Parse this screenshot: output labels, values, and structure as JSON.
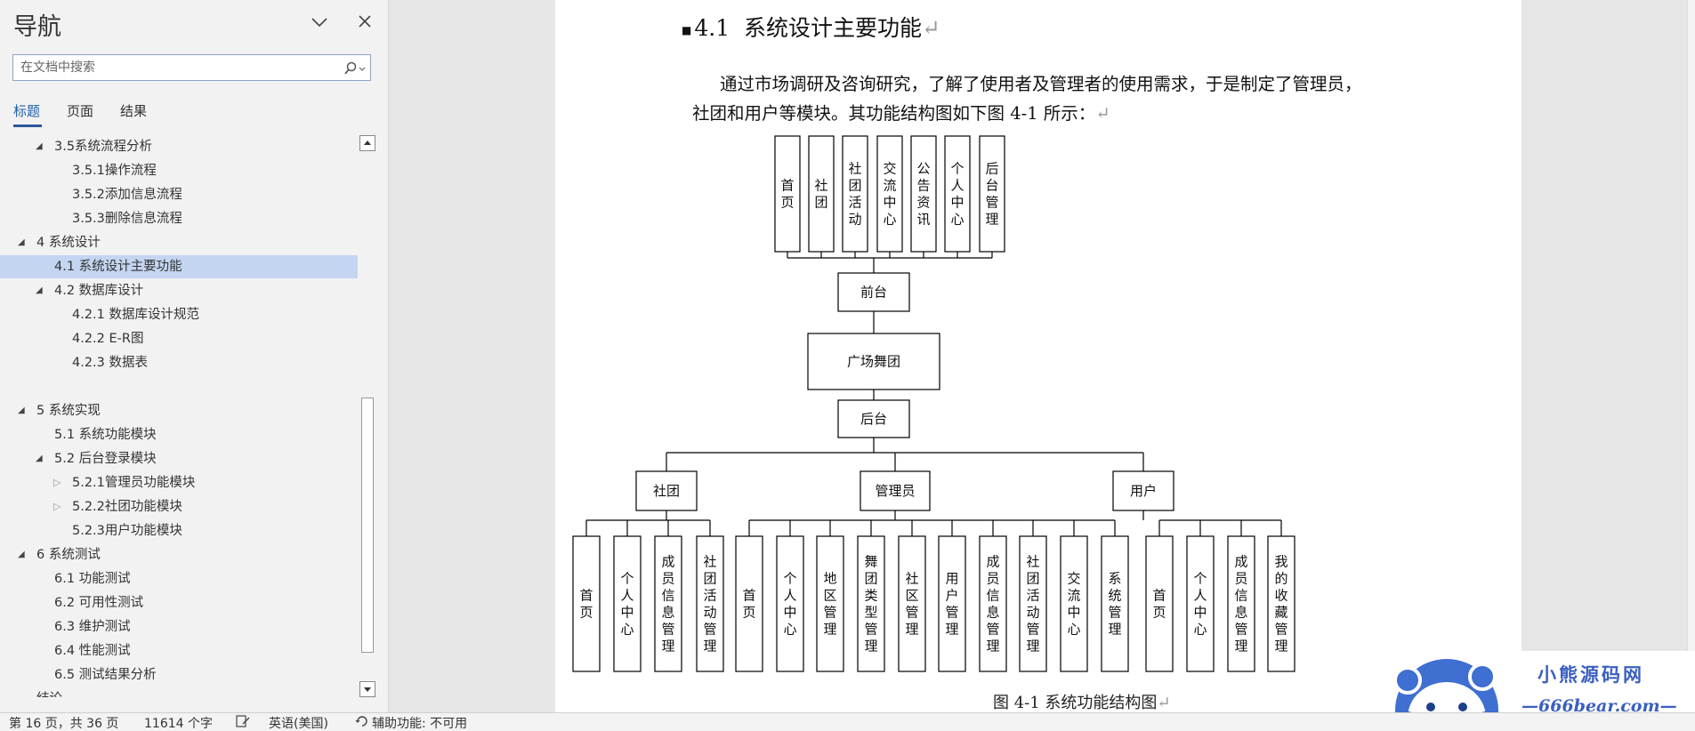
{
  "nav": {
    "title": "导航",
    "search_placeholder": "在文档中搜索",
    "tabs": [
      "标题",
      "页面",
      "结果"
    ],
    "tree": [
      {
        "label": "3.5系统流程分析",
        "level": 2,
        "expander": "open"
      },
      {
        "label": "3.5.1操作流程",
        "level": 3
      },
      {
        "label": "3.5.2添加信息流程",
        "level": 3
      },
      {
        "label": "3.5.3删除信息流程",
        "level": 3
      },
      {
        "label": "4 系统设计",
        "level": 1,
        "expander": "open"
      },
      {
        "label": "4.1 系统设计主要功能",
        "level": 2,
        "selected": true
      },
      {
        "label": "4.2 数据库设计",
        "level": 2,
        "expander": "open"
      },
      {
        "label": "4.2.1 数据库设计规范",
        "level": 3
      },
      {
        "label": "4.2.2 E-R图",
        "level": 3
      },
      {
        "label": "4.2.3 数据表",
        "level": 3
      },
      {
        "label": "5 系统实现",
        "level": 1,
        "expander": "open"
      },
      {
        "label": "5.1  系统功能模块",
        "level": 2
      },
      {
        "label": "5.2  后台登录模块",
        "level": 2,
        "expander": "open"
      },
      {
        "label": "5.2.1管理员功能模块",
        "level": 3,
        "expander": "closed"
      },
      {
        "label": "5.2.2社团功能模块",
        "level": 3,
        "expander": "closed"
      },
      {
        "label": "5.2.3用户功能模块",
        "level": 3
      },
      {
        "label": "6 系统测试",
        "level": 1,
        "expander": "open"
      },
      {
        "label": "6.1 功能测试",
        "level": 2
      },
      {
        "label": "6.2 可用性测试",
        "level": 2
      },
      {
        "label": "6.3 维护测试",
        "level": 2
      },
      {
        "label": "6.4 性能测试",
        "level": 2
      },
      {
        "label": "6.5 测试结果分析",
        "level": 2
      },
      {
        "label": "结论",
        "level": 1
      }
    ]
  },
  "document": {
    "heading_number": "4.1",
    "heading_text": "系统设计主要功能",
    "para_line1": "通过市场调研及咨询研究，了解了使用者及管理者的使用需求，于是制定了管理员，",
    "para_line2": "社团和用户等模块。其功能结构图如下图 4-1 所示：",
    "pilcrow": "↵",
    "caption": "图 4-1 系统功能结构图"
  },
  "diagram": {
    "frontend_modules": [
      "首页",
      "社团",
      "社团活动",
      "交流中心",
      "公告资讯",
      "个人中心",
      "后台管理"
    ],
    "frontend": "前台",
    "root": "广场舞团",
    "backend": "后台",
    "roles": [
      "社团",
      "管理员",
      "用户"
    ],
    "club_modules": [
      "首页",
      "个人中心",
      "成员信息管理",
      "社团活动管理"
    ],
    "admin_modules": [
      "首页",
      "个人中心",
      "地区管理",
      "舞团类型管理",
      "社区管理",
      "用户管理",
      "成员信息管理",
      "社团活动管理",
      "交流中心",
      "系统管理"
    ],
    "user_modules": [
      "首页",
      "个人中心",
      "成员信息管理",
      "我的收藏管理"
    ]
  },
  "statusbar": {
    "page": "第 16 页，共 36 页",
    "words": "11614 个字",
    "language": "英语(美国)",
    "accessibility": "辅助功能: 不可用"
  },
  "watermark": {
    "line1": "小熊源码网",
    "line2": "—666bear.com—"
  }
}
